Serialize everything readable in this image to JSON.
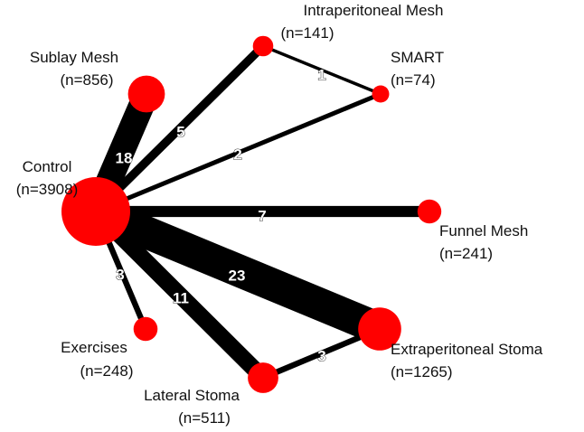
{
  "network": {
    "node_color": "#ff0000",
    "edge_color": "#000000",
    "nodes": [
      {
        "id": "control",
        "name": "Control",
        "n_label": "(n=3908)",
        "n": 3908
      },
      {
        "id": "sublay",
        "name": "Sublay Mesh",
        "n_label": "(n=856)",
        "n": 856
      },
      {
        "id": "intraperitoneal",
        "name": "Intraperitoneal Mesh",
        "n_label": "(n=141)",
        "n": 141
      },
      {
        "id": "smart",
        "name": "SMART",
        "n_label": "(n=74)",
        "n": 74
      },
      {
        "id": "funnel",
        "name": "Funnel Mesh",
        "n_label": "(n=241)",
        "n": 241
      },
      {
        "id": "extraperitoneal",
        "name": "Extraperitoneal Stoma",
        "n_label": "(n=1265)",
        "n": 1265
      },
      {
        "id": "lateral",
        "name": "Lateral Stoma",
        "n_label": "(n=511)",
        "n": 511
      },
      {
        "id": "exercises",
        "name": "Exercises",
        "n_label": "(n=248)",
        "n": 248
      }
    ],
    "edges": [
      {
        "from": "control",
        "to": "sublay",
        "label": "18",
        "studies": 18
      },
      {
        "from": "control",
        "to": "intraperitoneal",
        "label": "5",
        "studies": 5
      },
      {
        "from": "control",
        "to": "smart",
        "label": "2",
        "studies": 2
      },
      {
        "from": "control",
        "to": "funnel",
        "label": "7",
        "studies": 7
      },
      {
        "from": "control",
        "to": "extraperitoneal",
        "label": "23",
        "studies": 23
      },
      {
        "from": "control",
        "to": "lateral",
        "label": "11",
        "studies": 11
      },
      {
        "from": "control",
        "to": "exercises",
        "label": "3",
        "studies": 3
      },
      {
        "from": "intraperitoneal",
        "to": "smart",
        "label": "1",
        "studies": 1
      },
      {
        "from": "lateral",
        "to": "extraperitoneal",
        "label": "3",
        "studies": 3
      }
    ]
  }
}
